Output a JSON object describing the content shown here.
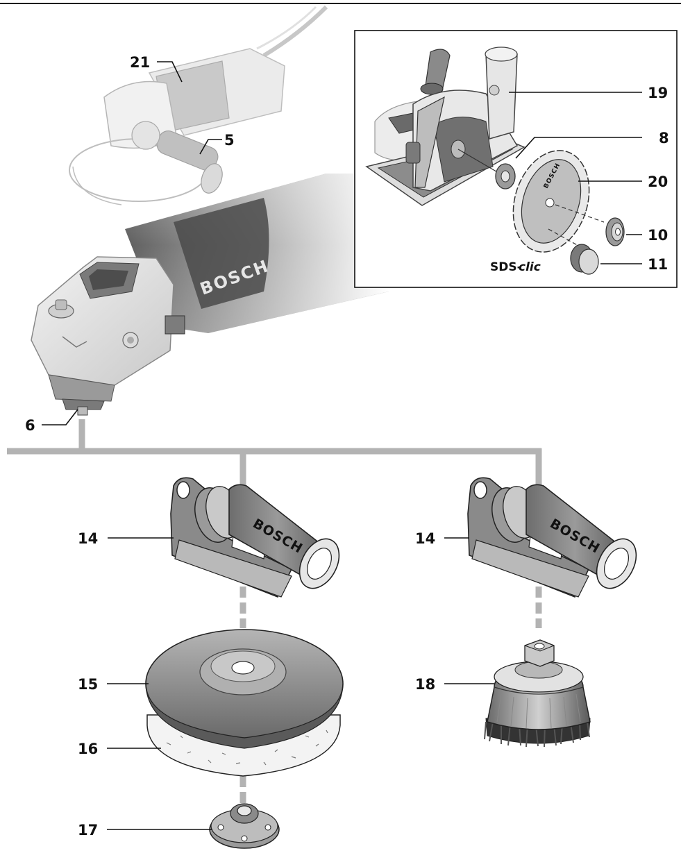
{
  "labels": {
    "l21": "21",
    "l5": "5",
    "l19": "19",
    "l8": "8",
    "l20": "20",
    "l10": "10",
    "l11": "11",
    "l6": "6",
    "l14a": "14",
    "l14b": "14",
    "l15": "15",
    "l16": "16",
    "l17": "17",
    "l18": "18"
  },
  "brand": {
    "tool": "BOSCH",
    "handle_left": "BOSCH",
    "handle_right": "BOSCH",
    "blade": "BOSCH"
  },
  "sds": {
    "prefix": "SDS-",
    "suffix": "clic"
  },
  "colors": {
    "line": "#111111",
    "connector": "#b3b3b3",
    "body_dark": "#6f6f6f",
    "body_mid": "#a6a6a6",
    "body_light": "#d9d9d9"
  }
}
